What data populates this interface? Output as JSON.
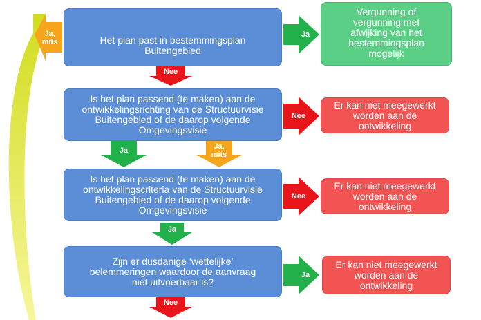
{
  "diagram": {
    "boxes": {
      "q1": "Het plan past  in  bestemmingsplan Buitengebied",
      "result1": "Vergunning of vergunning met afwijking van het bestemmingsplan mogelijk",
      "q2": "Is het plan passend (te maken) aan de ontwikkelingsrichting van de Structuurvisie Buitengebied of de daarop volgende Omgevingsvisie",
      "result2": "Er kan niet meegewerkt worden aan de ontwikkeling",
      "q3": "Is het plan passend (te maken) aan de ontwikkelingscriteria van de Structuurvisie Buitengebied of de daarop volgende Omgevingsvisie",
      "result3": "Er kan niet meegewerkt worden aan de ontwikkeling",
      "q4": "Zijn er dusdanige ‘wettelijke’ belemmeringen waardoor de aanvraag niet uitvoerbaar is?",
      "result4": "Er kan niet meegewerkt worden aan de ontwikkeling"
    },
    "arrows": {
      "q1_yes": "Ja",
      "q1_no": "Nee",
      "loop_yes_conditions": "Ja, mits",
      "q2_no": "Nee",
      "q2_yes": "Ja",
      "q2_yes_conditions": "Ja, mits",
      "q3_no": "Nee",
      "q3_yes": "Ja",
      "q4_yes": "Ja",
      "q4_no": "Nee"
    },
    "colors": {
      "question_box": "#5b8ed6",
      "positive_box": "#5ccf86",
      "negative_box": "#f25454",
      "arrow_green": "#22b04a",
      "arrow_red": "#e8161b",
      "arrow_orange": "#f7a51c",
      "loop_arrow": "#d9e021"
    }
  }
}
